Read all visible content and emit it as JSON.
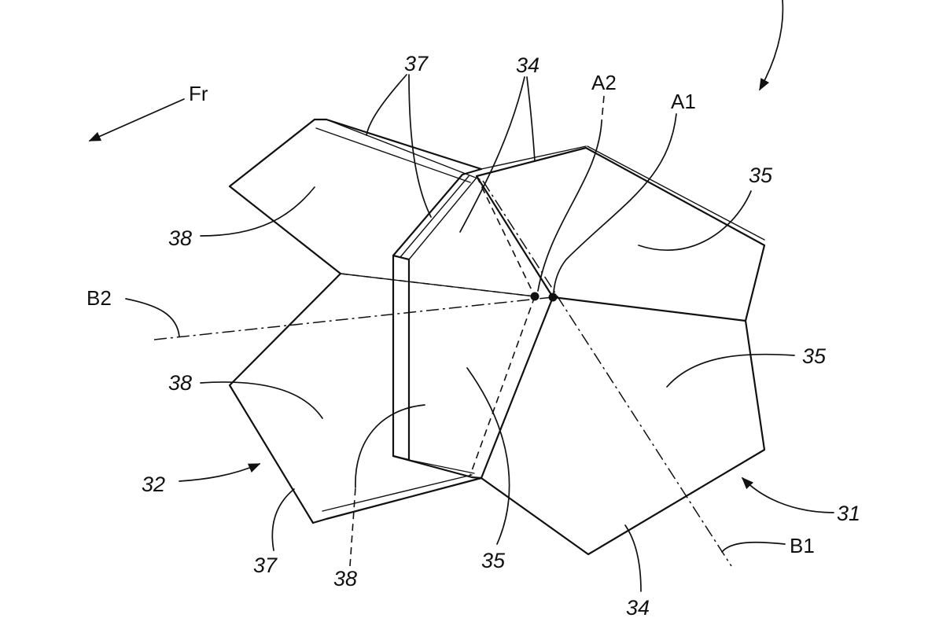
{
  "figure": {
    "direction_label": "Fr",
    "labels": {
      "assembly_31": "31",
      "assembly_32": "32",
      "panel_34_top": "34",
      "panel_34_bottom": "34",
      "panel_35_a": "35",
      "panel_35_b": "35",
      "panel_35_c": "35",
      "edge_37_top": "37",
      "edge_37_bottom": "37",
      "panel_38_a": "38",
      "panel_38_b": "38",
      "panel_38_c": "38",
      "axis_a1": "A1",
      "axis_a2": "A2",
      "axis_b1": "B1",
      "axis_b2": "B2"
    }
  }
}
